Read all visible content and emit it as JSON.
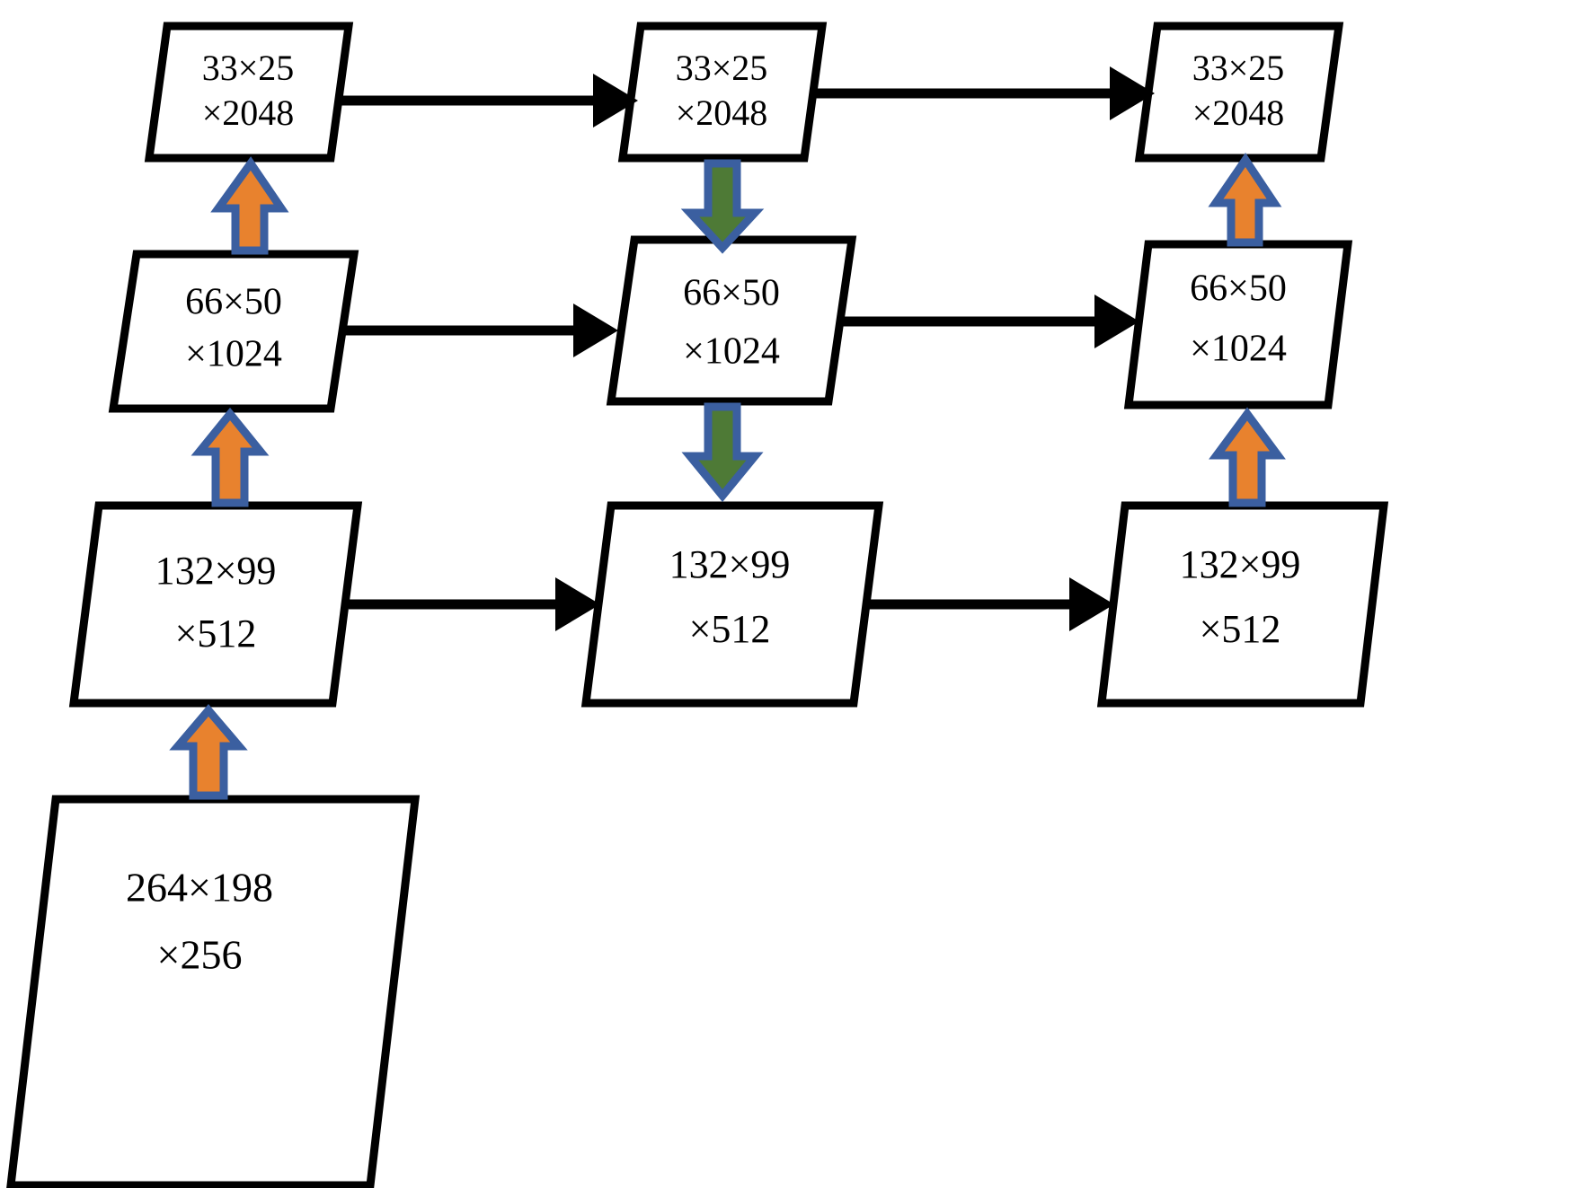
{
  "diagram": {
    "title": "Feature pyramid feature-map resolution diagram",
    "background_color": "#ffffff",
    "colors": {
      "box_fill": "#ffffff",
      "box_stroke": "#000000",
      "horizontal_arrow": "#000000",
      "upsample_arrow_fill": "#E8822E",
      "downsample_arrow_fill": "#4E7A36",
      "vertical_arrow_outline": "#3B5FA0",
      "text": "#000000"
    },
    "legend_semantics": {
      "orange_up": "upward (bottom-up) pathway arrow",
      "green_down": "downward (top-down) pathway arrow",
      "black_right": "lateral / horizontal connection arrow"
    },
    "rows": [
      {
        "id": "row-2048",
        "nodes": [
          {
            "id": "n-2048-1",
            "line1": "33×25",
            "line2": "×2048"
          },
          {
            "id": "n-2048-2",
            "line1": "33×25",
            "line2": "×2048"
          },
          {
            "id": "n-2048-3",
            "line1": "33×25",
            "line2": "×2048"
          }
        ]
      },
      {
        "id": "row-1024",
        "nodes": [
          {
            "id": "n-1024-1",
            "line1": "66×50",
            "line2": "×1024"
          },
          {
            "id": "n-1024-2",
            "line1": "66×50",
            "line2": "×1024"
          },
          {
            "id": "n-1024-3",
            "line1": "66×50",
            "line2": "×1024"
          }
        ]
      },
      {
        "id": "row-512",
        "nodes": [
          {
            "id": "n-512-1",
            "line1": "132×99",
            "line2": "×512"
          },
          {
            "id": "n-512-2",
            "line1": "132×99",
            "line2": "×512"
          },
          {
            "id": "n-512-3",
            "line1": "132×99",
            "line2": "×512"
          }
        ]
      },
      {
        "id": "row-256",
        "nodes": [
          {
            "id": "n-256-1",
            "line1": "264×198",
            "line2": "×256"
          }
        ]
      }
    ],
    "connections": {
      "horizontal": [
        {
          "id": "h-2048-1-2",
          "from": "n-2048-1",
          "to": "n-2048-2"
        },
        {
          "id": "h-2048-2-3",
          "from": "n-2048-2",
          "to": "n-2048-3"
        },
        {
          "id": "h-1024-1-2",
          "from": "n-1024-1",
          "to": "n-1024-2"
        },
        {
          "id": "h-1024-2-3",
          "from": "n-1024-2",
          "to": "n-1024-3"
        },
        {
          "id": "h-512-1-2",
          "from": "n-512-1",
          "to": "n-512-2"
        },
        {
          "id": "h-512-2-3",
          "from": "n-512-2",
          "to": "n-512-3"
        }
      ],
      "vertical": [
        {
          "id": "v-up-256-512",
          "from": "n-256-1",
          "to": "n-512-1",
          "direction": "up",
          "color": "orange"
        },
        {
          "id": "v-up-512-1024",
          "from": "n-512-1",
          "to": "n-1024-1",
          "direction": "up",
          "color": "orange"
        },
        {
          "id": "v-up-1024-2048",
          "from": "n-1024-1",
          "to": "n-2048-1",
          "direction": "up",
          "color": "orange"
        },
        {
          "id": "v-down-2048-1024",
          "from": "n-2048-2",
          "to": "n-1024-2",
          "direction": "down",
          "color": "green"
        },
        {
          "id": "v-down-1024-512",
          "from": "n-1024-2",
          "to": "n-512-2",
          "direction": "down",
          "color": "green"
        },
        {
          "id": "v-up-512-1024-r",
          "from": "n-512-3",
          "to": "n-1024-3",
          "direction": "up",
          "color": "orange"
        },
        {
          "id": "v-up-1024-2048-r",
          "from": "n-1024-3",
          "to": "n-2048-3",
          "direction": "up",
          "color": "orange"
        }
      ]
    }
  }
}
